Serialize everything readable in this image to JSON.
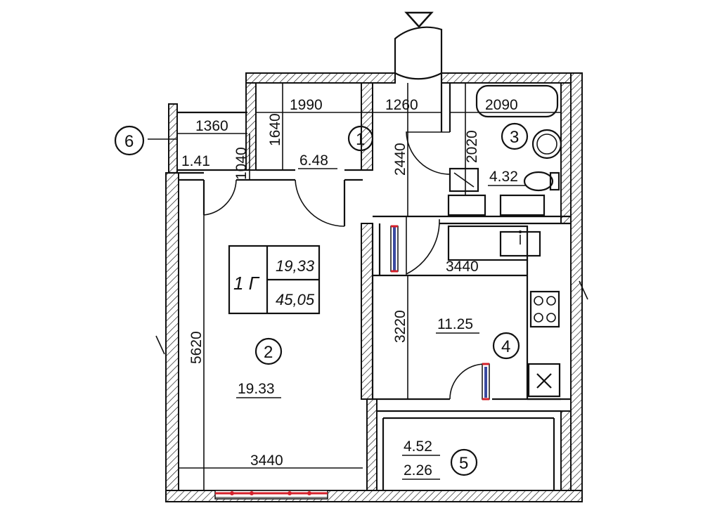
{
  "plan": {
    "entrance_marker": "entrance-triangle",
    "stamp": {
      "apartment_label": "1 Г",
      "living_area": "19,33",
      "total_area": "45,05"
    },
    "rooms": [
      {
        "id": "1",
        "number": "1",
        "area": "6.48"
      },
      {
        "id": "2",
        "number": "2",
        "area": "19.33"
      },
      {
        "id": "3",
        "number": "3",
        "area": "4.32"
      },
      {
        "id": "4",
        "number": "4",
        "area": "11.25"
      },
      {
        "id": "5",
        "number": "5",
        "area_1": "4.52",
        "area_2": "2.26"
      },
      {
        "id": "6",
        "number": "6",
        "area": "1.41"
      }
    ],
    "dimensions": {
      "d1990": "1990",
      "d1260": "1260",
      "d2090": "2090",
      "d1360": "1360",
      "d1640": "1640",
      "d1040": "1040",
      "d2440": "2440",
      "d2020": "2020",
      "d3440_kitchen": "3440",
      "d3220": "3220",
      "d5620": "5620",
      "d3440_living": "3440"
    },
    "colors": {
      "line": "#111111",
      "window_accent": "#d4202a",
      "window_glass": "#3b4aa0"
    }
  }
}
